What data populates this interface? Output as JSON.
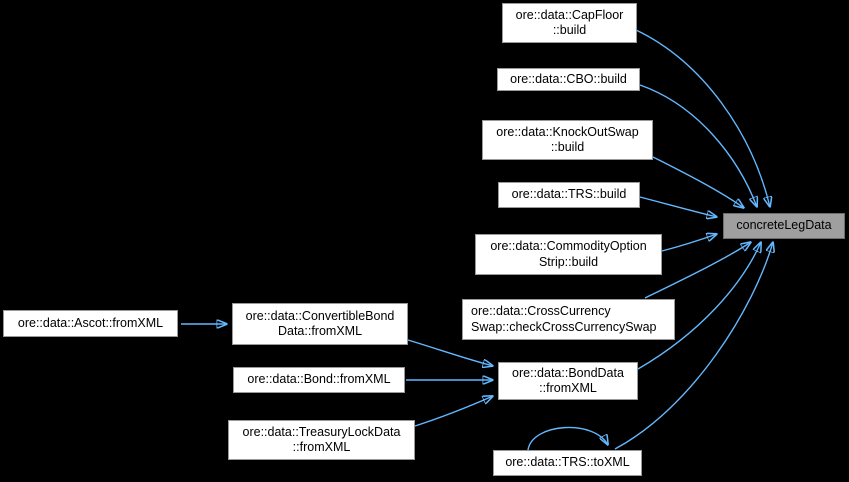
{
  "graph": {
    "type": "caller-graph",
    "highlighted_node": "concreteLegData",
    "nodes": {
      "capfloor": {
        "line1": "ore::data::CapFloor",
        "line2": "::build"
      },
      "cbo": {
        "line1": "ore::data::CBO::build"
      },
      "knockoutswap": {
        "line1": "ore::data::KnockOutSwap",
        "line2": "::build"
      },
      "trsbuild": {
        "line1": "ore::data::TRS::build"
      },
      "commodityoption": {
        "line1": "ore::data::CommodityOption",
        "line2": "Strip::build"
      },
      "crosscurrency": {
        "line1": "ore::data::CrossCurrency",
        "line2": "Swap::checkCrossCurrencySwap"
      },
      "concretelegdata": {
        "line1": "concreteLegData"
      },
      "ascot": {
        "line1": "ore::data::Ascot::fromXML"
      },
      "convertiblebond": {
        "line1": "ore::data::ConvertibleBond",
        "line2": "Data::fromXML"
      },
      "bond": {
        "line1": "ore::data::Bond::fromXML"
      },
      "bonddata": {
        "line1": "ore::data::BondData",
        "line2": "::fromXML"
      },
      "treasurylock": {
        "line1": "ore::data::TreasuryLockData",
        "line2": "::fromXML"
      },
      "trstoxml": {
        "line1": "ore::data::TRS::toXML"
      }
    },
    "edges": [
      {
        "from": "ore::data::CapFloor::build",
        "to": "concreteLegData"
      },
      {
        "from": "ore::data::CBO::build",
        "to": "concreteLegData"
      },
      {
        "from": "ore::data::KnockOutSwap::build",
        "to": "concreteLegData"
      },
      {
        "from": "ore::data::TRS::build",
        "to": "concreteLegData"
      },
      {
        "from": "ore::data::CommodityOptionStrip::build",
        "to": "concreteLegData"
      },
      {
        "from": "ore::data::CrossCurrencySwap::checkCrossCurrencySwap",
        "to": "concreteLegData"
      },
      {
        "from": "ore::data::BondData::fromXML",
        "to": "concreteLegData"
      },
      {
        "from": "ore::data::TRS::toXML",
        "to": "concreteLegData"
      },
      {
        "from": "ore::data::TRS::toXML",
        "to": "ore::data::TRS::toXML"
      },
      {
        "from": "ore::data::Ascot::fromXML",
        "to": "ore::data::ConvertibleBondData::fromXML"
      },
      {
        "from": "ore::data::ConvertibleBondData::fromXML",
        "to": "ore::data::BondData::fromXML"
      },
      {
        "from": "ore::data::Bond::fromXML",
        "to": "ore::data::BondData::fromXML"
      },
      {
        "from": "ore::data::TreasuryLockData::fromXML",
        "to": "ore::data::BondData::fromXML"
      }
    ],
    "colors": {
      "background": "#000000",
      "edge": "#63b8ff",
      "node_fill": "#ffffff",
      "node_border": "#9a9a9a",
      "highlight_fill": "#9f9f9f",
      "highlight_border": "#6e6e6e",
      "text": "#000000"
    }
  }
}
